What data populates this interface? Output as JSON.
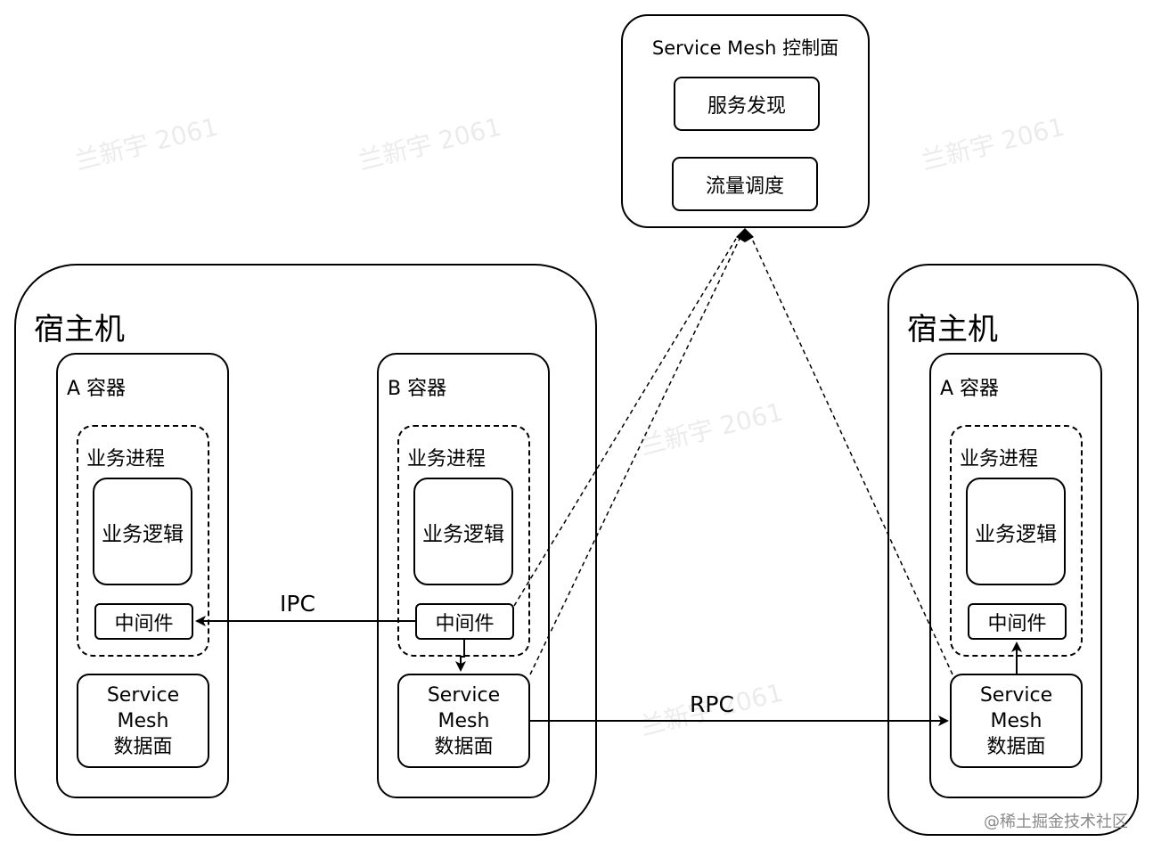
{
  "control_plane": {
    "title": "Service Mesh 控制面",
    "items": [
      "服务发现",
      "流量调度"
    ]
  },
  "hosts": [
    {
      "title": "宿主机",
      "containers": [
        {
          "title": "A 容器",
          "process": "业务进程",
          "logic": "业务逻辑",
          "middleware": "中间件",
          "data_plane": [
            "Service",
            "Mesh",
            "数据面"
          ]
        },
        {
          "title": "B 容器",
          "process": "业务进程",
          "logic": "业务逻辑",
          "middleware": "中间件",
          "data_plane": [
            "Service",
            "Mesh",
            "数据面"
          ]
        }
      ]
    },
    {
      "title": "宿主机",
      "containers": [
        {
          "title": "A 容器",
          "process": "业务进程",
          "logic": "业务逻辑",
          "middleware": "中间件",
          "data_plane": [
            "Service",
            "Mesh",
            "数据面"
          ]
        }
      ]
    }
  ],
  "edges": {
    "ipc": "IPC",
    "rpc": "RPC"
  },
  "watermark": "兰新宇 2061",
  "credit": "@稀土掘金技术社区"
}
